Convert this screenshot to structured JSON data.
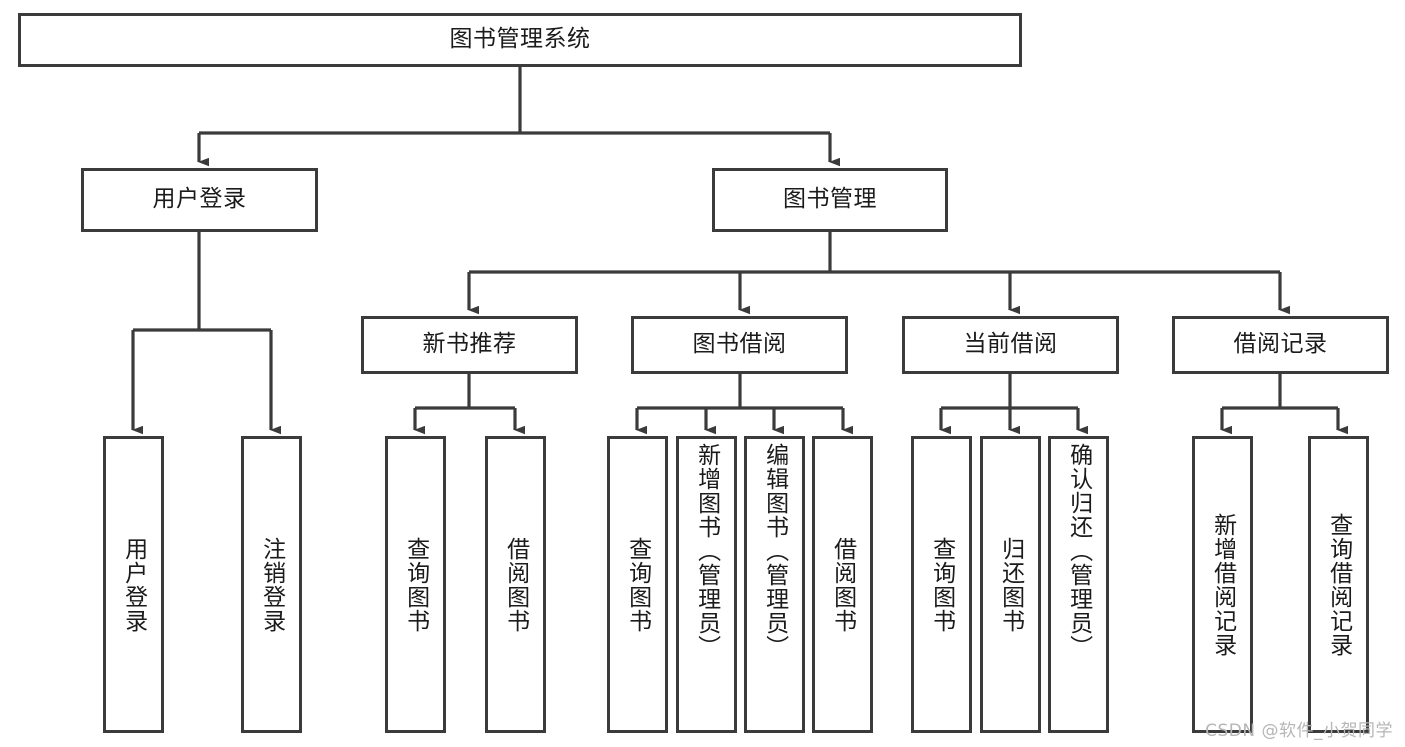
{
  "diagram": {
    "kind": "tree-hierarchy",
    "title": "图书管理系统",
    "stroke_color": "#3b3b3b",
    "box_fill": "#ffffff",
    "background": "#ffffff",
    "levels": [
      {
        "level": 1,
        "nodes": [
          {
            "id": "root",
            "label": "图书管理系统"
          }
        ]
      },
      {
        "level": 2,
        "nodes": [
          {
            "id": "login",
            "label": "用户登录",
            "parent": "root"
          },
          {
            "id": "bookmgmt",
            "label": "图书管理",
            "parent": "root"
          }
        ]
      },
      {
        "level": 3,
        "nodes": [
          {
            "id": "newbook",
            "label": "新书推荐",
            "parent": "bookmgmt"
          },
          {
            "id": "borrow",
            "label": "图书借阅",
            "parent": "bookmgmt"
          },
          {
            "id": "current",
            "label": "当前借阅",
            "parent": "bookmgmt"
          },
          {
            "id": "records",
            "label": "借阅记录",
            "parent": "bookmgmt"
          }
        ]
      },
      {
        "level": 4,
        "nodes": [
          {
            "id": "leaf1",
            "label": "用户登录",
            "parent": "login"
          },
          {
            "id": "leaf2",
            "label": "注销登录",
            "parent": "login"
          },
          {
            "id": "leaf3",
            "label": "查询图书",
            "parent": "newbook"
          },
          {
            "id": "leaf4",
            "label": "借阅图书",
            "parent": "newbook"
          },
          {
            "id": "leaf5",
            "label": "查询图书",
            "parent": "borrow"
          },
          {
            "id": "leaf6",
            "label": "新增图书（管理员）",
            "parent": "borrow"
          },
          {
            "id": "leaf7",
            "label": "编辑图书（管理员）",
            "parent": "borrow"
          },
          {
            "id": "leaf8",
            "label": "借阅图书",
            "parent": "borrow"
          },
          {
            "id": "leaf9",
            "label": "查询图书",
            "parent": "current"
          },
          {
            "id": "leaf10",
            "label": "归还图书",
            "parent": "current"
          },
          {
            "id": "leaf11",
            "label": "确认归还（管理员）",
            "parent": "current"
          },
          {
            "id": "leaf12",
            "label": "新增借阅记录",
            "parent": "records"
          },
          {
            "id": "leaf13",
            "label": "查询借阅记录",
            "parent": "records"
          }
        ]
      }
    ]
  },
  "watermark": {
    "text": "CSDN @软件_小贺同学"
  }
}
